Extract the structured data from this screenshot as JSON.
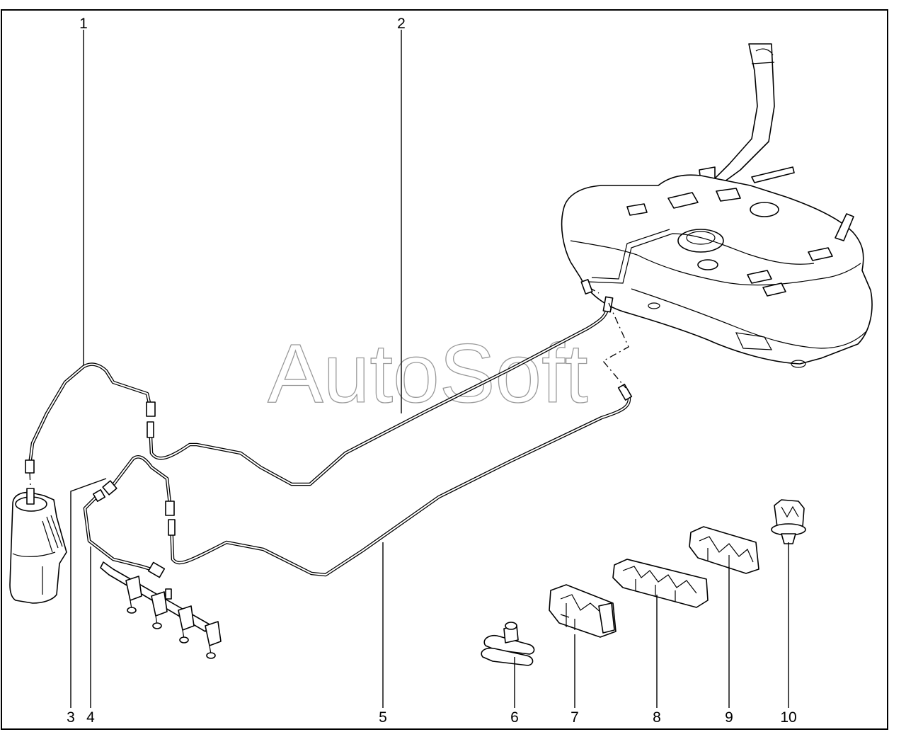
{
  "watermark": "AutoSoft",
  "callouts": [
    {
      "id": "1",
      "label": "1"
    },
    {
      "id": "2",
      "label": "2"
    },
    {
      "id": "3",
      "label": "3"
    },
    {
      "id": "4",
      "label": "4"
    },
    {
      "id": "5",
      "label": "5"
    },
    {
      "id": "6",
      "label": "6"
    },
    {
      "id": "7",
      "label": "7"
    },
    {
      "id": "8",
      "label": "8"
    },
    {
      "id": "9",
      "label": "9"
    },
    {
      "id": "10",
      "label": "10"
    }
  ],
  "colors": {
    "line": "#000000",
    "background": "#ffffff",
    "watermark": "#9a9a9a"
  }
}
